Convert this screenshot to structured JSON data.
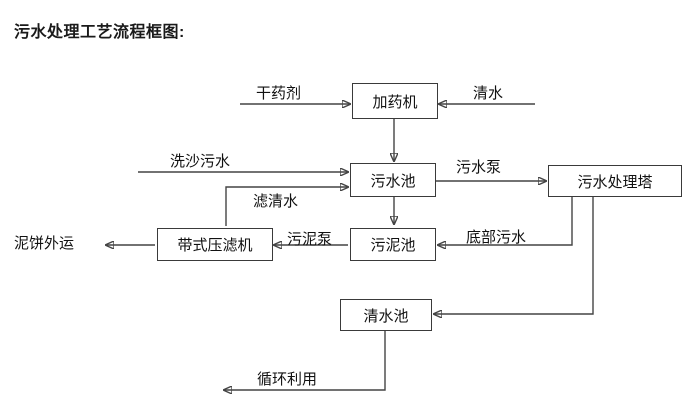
{
  "title": "污水处理工艺流程框图:",
  "nodes": [
    {
      "id": "dosing",
      "label": "加药机"
    },
    {
      "id": "sewage_pool",
      "label": "污水池"
    },
    {
      "id": "treatment_tower",
      "label": "污水处理塔"
    },
    {
      "id": "belt_press",
      "label": "带式压滤机"
    },
    {
      "id": "sludge_pool",
      "label": "污泥池"
    },
    {
      "id": "clear_pool",
      "label": "清水池"
    }
  ],
  "edge_labels": [
    {
      "id": "dry_agent",
      "label": "干药剂"
    },
    {
      "id": "clean_water_in",
      "label": "清水"
    },
    {
      "id": "sand_wash_sewage",
      "label": "洗沙污水"
    },
    {
      "id": "filtered_clear_water",
      "label": "滤清水"
    },
    {
      "id": "sewage_pump",
      "label": "污水泵"
    },
    {
      "id": "sludge_pump",
      "label": "污泥泵"
    },
    {
      "id": "bottom_sewage",
      "label": "底部污水"
    },
    {
      "id": "mud_cake_out",
      "label": "泥饼外运"
    },
    {
      "id": "recycle_reuse",
      "label": "循环利用"
    }
  ],
  "colors": {
    "stroke": "#444444",
    "box_border": "#3a3a3a",
    "text": "#111111",
    "title": "#1a1a1a",
    "background": "#ffffff"
  }
}
